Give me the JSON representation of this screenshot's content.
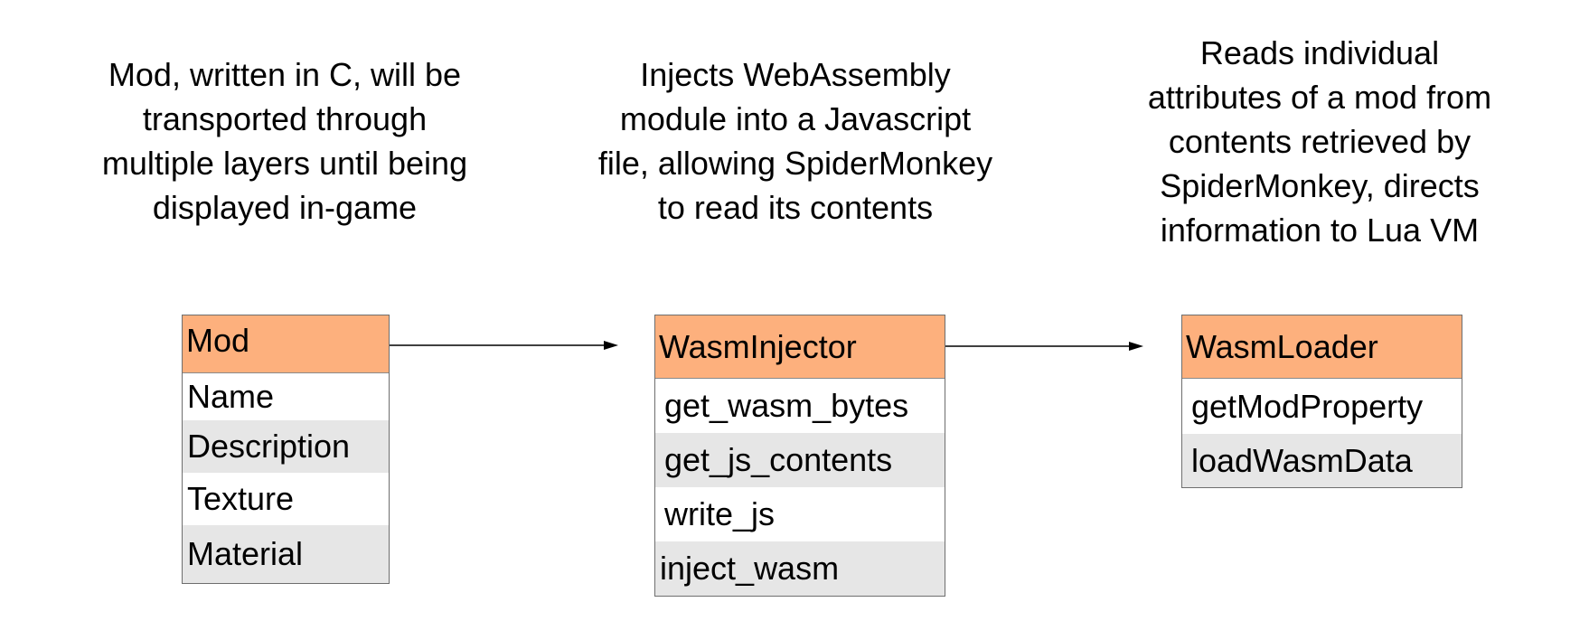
{
  "descriptions": {
    "mod": [
      "Mod, written in C, will be",
      "transported through",
      "multiple layers until being",
      "displayed in-game"
    ],
    "injector": [
      "Injects WebAssembly",
      "module into a Javascript",
      "file, allowing SpiderMonkey",
      "to read its contents"
    ],
    "loader": [
      "Reads individual",
      "attributes of a mod from",
      "contents retrieved by",
      "SpiderMonkey, directs",
      "information to Lua VM"
    ]
  },
  "boxes": {
    "mod": {
      "title": "Mod",
      "rows": [
        "Name",
        "Description",
        "Texture",
        "Material"
      ]
    },
    "injector": {
      "title": "WasmInjector",
      "rows": [
        "get_wasm_bytes",
        "get_js_contents",
        "write_js",
        "inject_wasm"
      ]
    },
    "loader": {
      "title": "WasmLoader",
      "rows": [
        "getModProperty",
        "loadWasmData"
      ]
    }
  },
  "colors": {
    "header_fill": "#fdb07d",
    "alt_row_fill": "#e6e6e6",
    "border": "#6e6e6e",
    "arrow": "#000000"
  }
}
